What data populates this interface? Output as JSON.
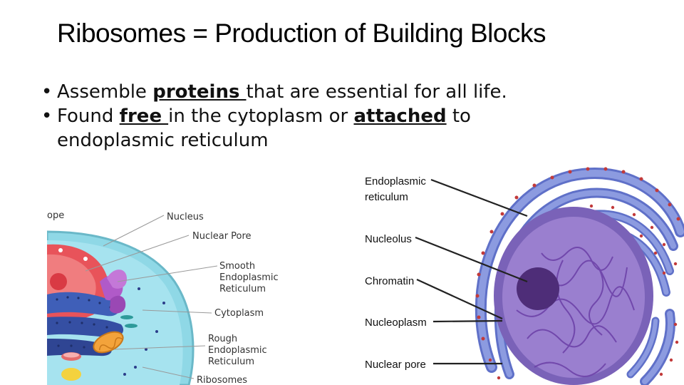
{
  "slide": {
    "title": "Ribosomes = Production of Building Blocks",
    "bullets": [
      {
        "pre": "Assemble ",
        "bold": "proteins ",
        "post": "that are essential for all life."
      },
      {
        "pre": "Found ",
        "bold": "free ",
        "mid": "in the cytoplasm or ",
        "bold2": "attached",
        "post": " to endoplasmic reticulum"
      }
    ]
  },
  "left_figure": {
    "labels": {
      "envelope_fragment": "ope",
      "nucleus": "Nucleus",
      "nuclear_pore": "Nuclear Pore",
      "smooth_er_1": "Smooth",
      "smooth_er_2": "Endoplasmic",
      "smooth_er_3": "Reticulum",
      "cytoplasm": "Cytoplasm",
      "rough_er_1": "Rough",
      "rough_er_2": "Endoplasmic",
      "rough_er_3": "Reticulum",
      "ribosomes": "Ribosomes"
    }
  },
  "right_figure": {
    "labels": {
      "er_1": "Endoplasmic",
      "er_2": "reticulum",
      "nucleolus": "Nucleolus",
      "chromatin": "Chromatin",
      "nucleoplasm": "Nucleoplasm",
      "nuclear_pore": "Nuclear pore"
    }
  },
  "colors": {
    "cytoplasm": "#8fd8e6",
    "nucleus": "#e8535a",
    "rough_er": "#3f5fb8",
    "smooth_er": "#b05ac8",
    "right_nucleus": "#9a7fcf",
    "right_er": "#7f90d8",
    "ribosome_dot": "#c23a3a"
  }
}
